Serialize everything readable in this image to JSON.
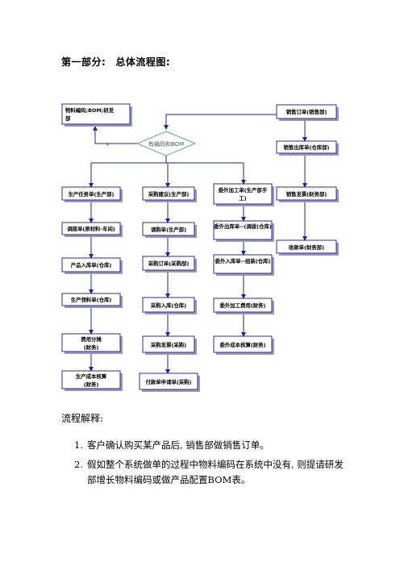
{
  "heading": {
    "part": "第一部分:",
    "title": "总体流程图:"
  },
  "diagram": {
    "nodes": {
      "bom_rd": "物料编码;BOM;研发部",
      "sales_order": "销售订单(销售部)",
      "decision": "有编码和BOM",
      "decision_no": "N",
      "sales_outbound": "销售出库单(仓库部)",
      "production_task": "生产任务单(生产部)",
      "purchase_suggest": "采购建议(生产部)",
      "outsource_order": "委外加工单(生产部手工)",
      "sales_invoice": "销售发票(财务部)",
      "transfer": "调拨单(原材料-车间)",
      "purchase_request": "请购单(生产部)",
      "outsource_out": "委外出库单--(调拨(仓库)",
      "receipt": "收款单(财务部)",
      "product_in": "产品入库单(仓库)",
      "purchase_order": "采购订单(采购部)",
      "outsource_in": "委外入库单--组装(仓库)",
      "production_pick": "生产领料单(仓库)",
      "purchase_in": "采购入库(仓库)",
      "outsource_fee": "委外加工费用(财务)",
      "cost_alloc": "费用分摊(财务)",
      "purchase_invoice": "采购发票(采购)",
      "outsource_cost": "委外成本核算(财务)",
      "prod_cost": "生产成本核算(财务)",
      "payment_req": "付款单申请单(采购)"
    }
  },
  "explanation": {
    "label": "流程解释:",
    "steps": [
      {
        "num": "1.",
        "text": "客户确认购买某产品后, 销售部做销售订单。"
      },
      {
        "num": "2.",
        "text": "假如整个系统做单的过程中物料编码在系统中没有, 则提请研发部增长物料编码或做产品配置BOM表。"
      }
    ]
  }
}
